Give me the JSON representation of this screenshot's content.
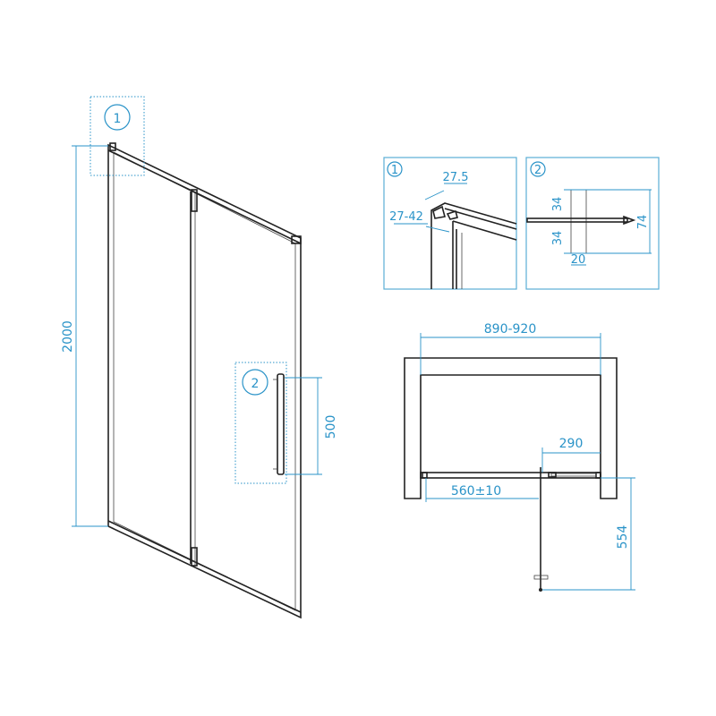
{
  "colors": {
    "dimension": "#2a93c8",
    "outline": "#222222"
  },
  "front_view": {
    "callout_1": "1",
    "callout_2": "2",
    "height_dim": "2000",
    "handle_dim": "500"
  },
  "detail_1": {
    "label": "1",
    "profile_width": "27.5",
    "adjust_range": "27-42"
  },
  "detail_2": {
    "label": "2",
    "upper": "34",
    "lower": "34",
    "total": "74",
    "depth": "20"
  },
  "plan_view": {
    "width_range": "890-920",
    "fixed_offset": "290",
    "door_width": "560±10",
    "swing_depth": "554"
  }
}
